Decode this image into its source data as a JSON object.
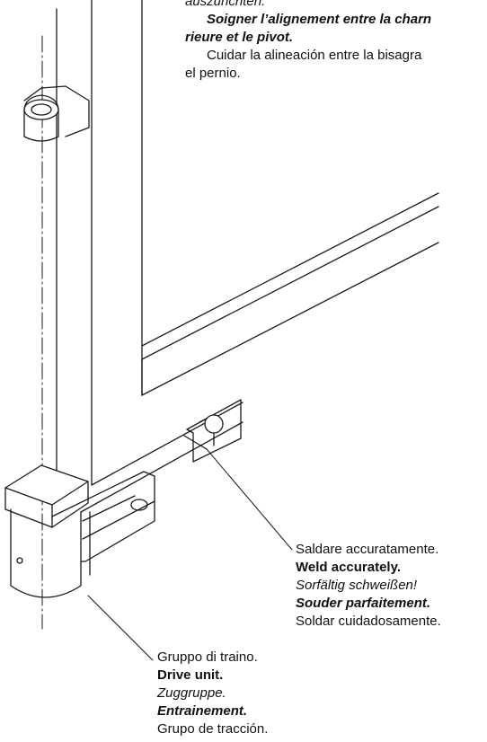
{
  "top_note": {
    "line_it": "auszurichten.",
    "line_fr_1": "Soigner l’alignement entre la charn",
    "line_fr_2": "rieure et le pivot.",
    "line_es_1": "Cuidar la alineación entre la bisagra",
    "line_es_2": "el pernio."
  },
  "weld_note": {
    "it": "Saldare accuratamente.",
    "en": "Weld accurately.",
    "de": "Sorfältig schweißen!",
    "fr": "Souder parfaitement.",
    "es": "Soldar cuidadosamente."
  },
  "drive_note": {
    "it": "Gruppo di traino.",
    "en": "Drive unit.",
    "de": "Zuggruppe.",
    "fr": "Entrainement.",
    "es": "Grupo de tracción."
  }
}
